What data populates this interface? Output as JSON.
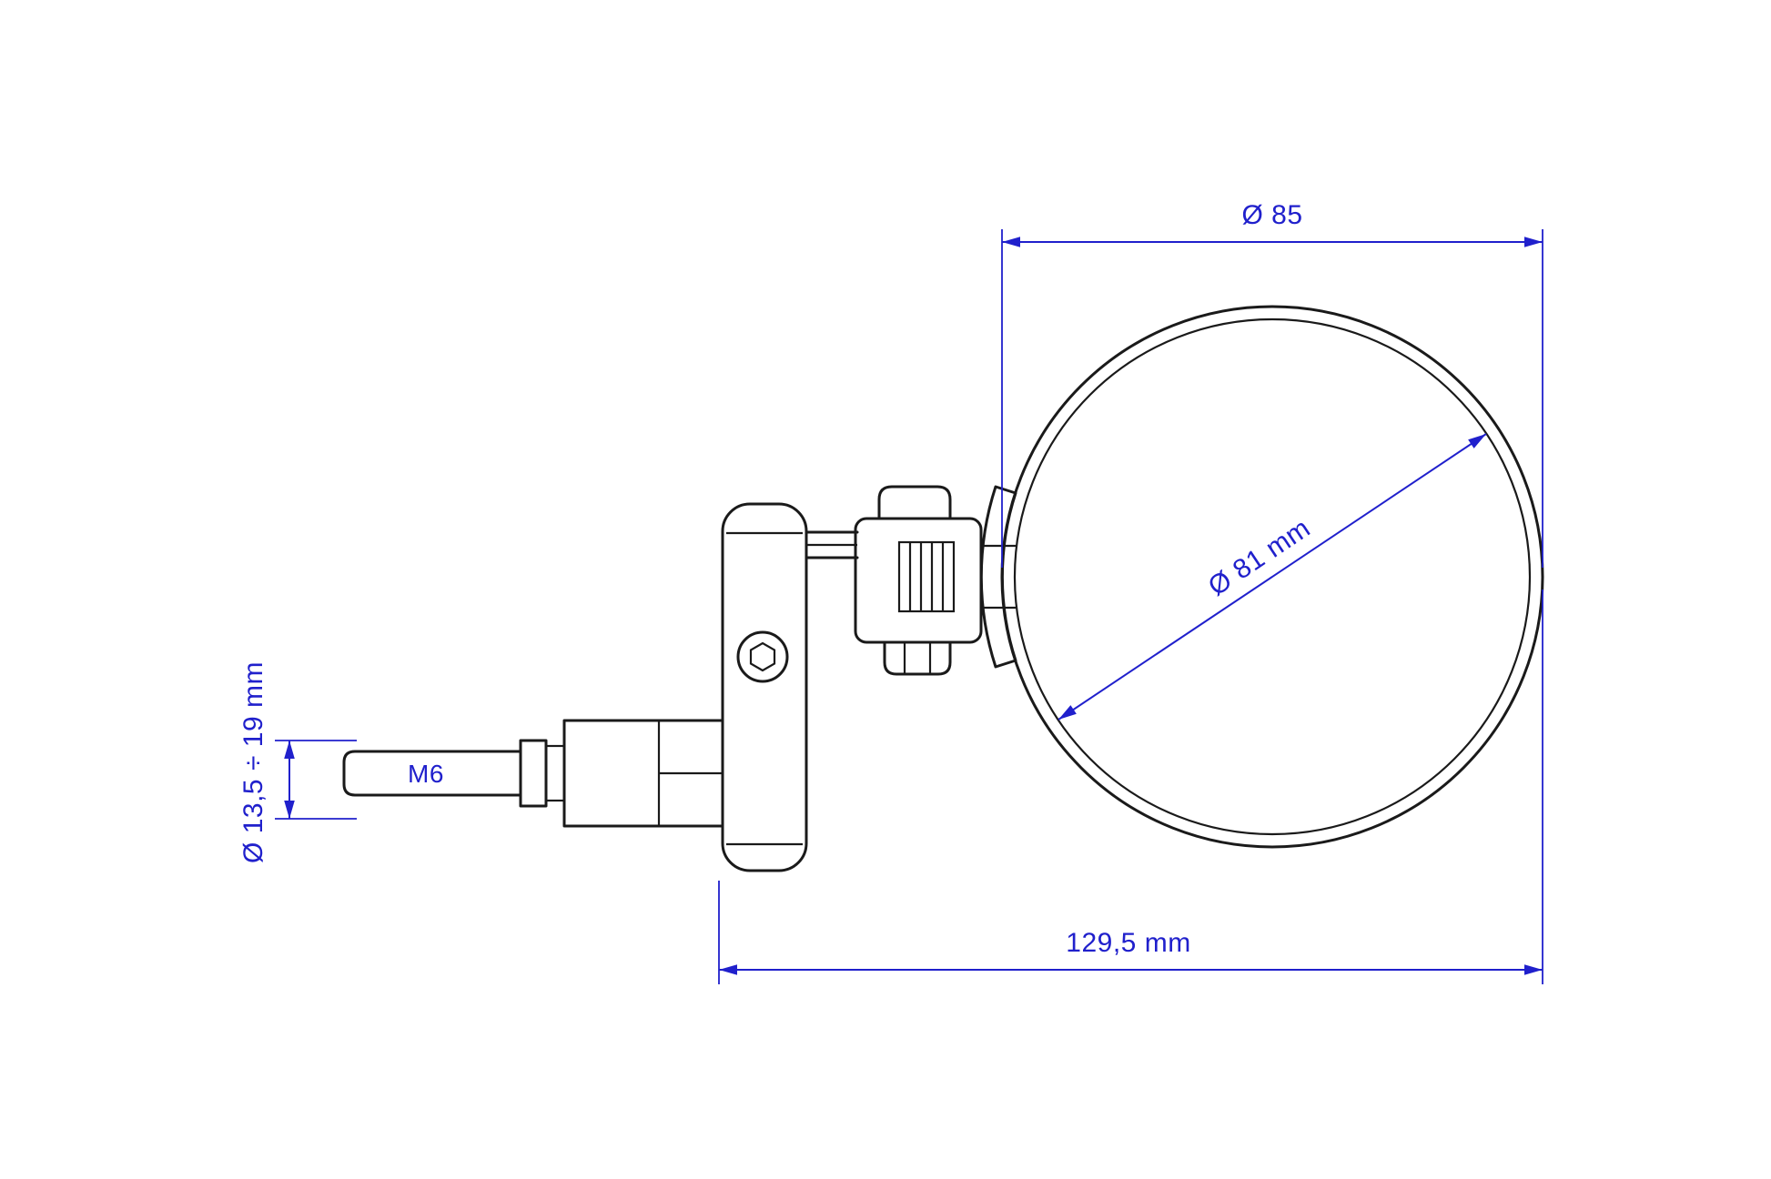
{
  "diagram": {
    "colors": {
      "line": "#1a1a1a",
      "dim": "#2020cc",
      "bg": "#ffffff"
    },
    "labels": {
      "head_outer_diameter": "Ø 85",
      "glass_diameter": "Ø 81 mm",
      "overall_length": "129,5 mm",
      "mount_diameter_range": "Ø 13,5 ÷ 19 mm",
      "thread": "M6"
    }
  }
}
